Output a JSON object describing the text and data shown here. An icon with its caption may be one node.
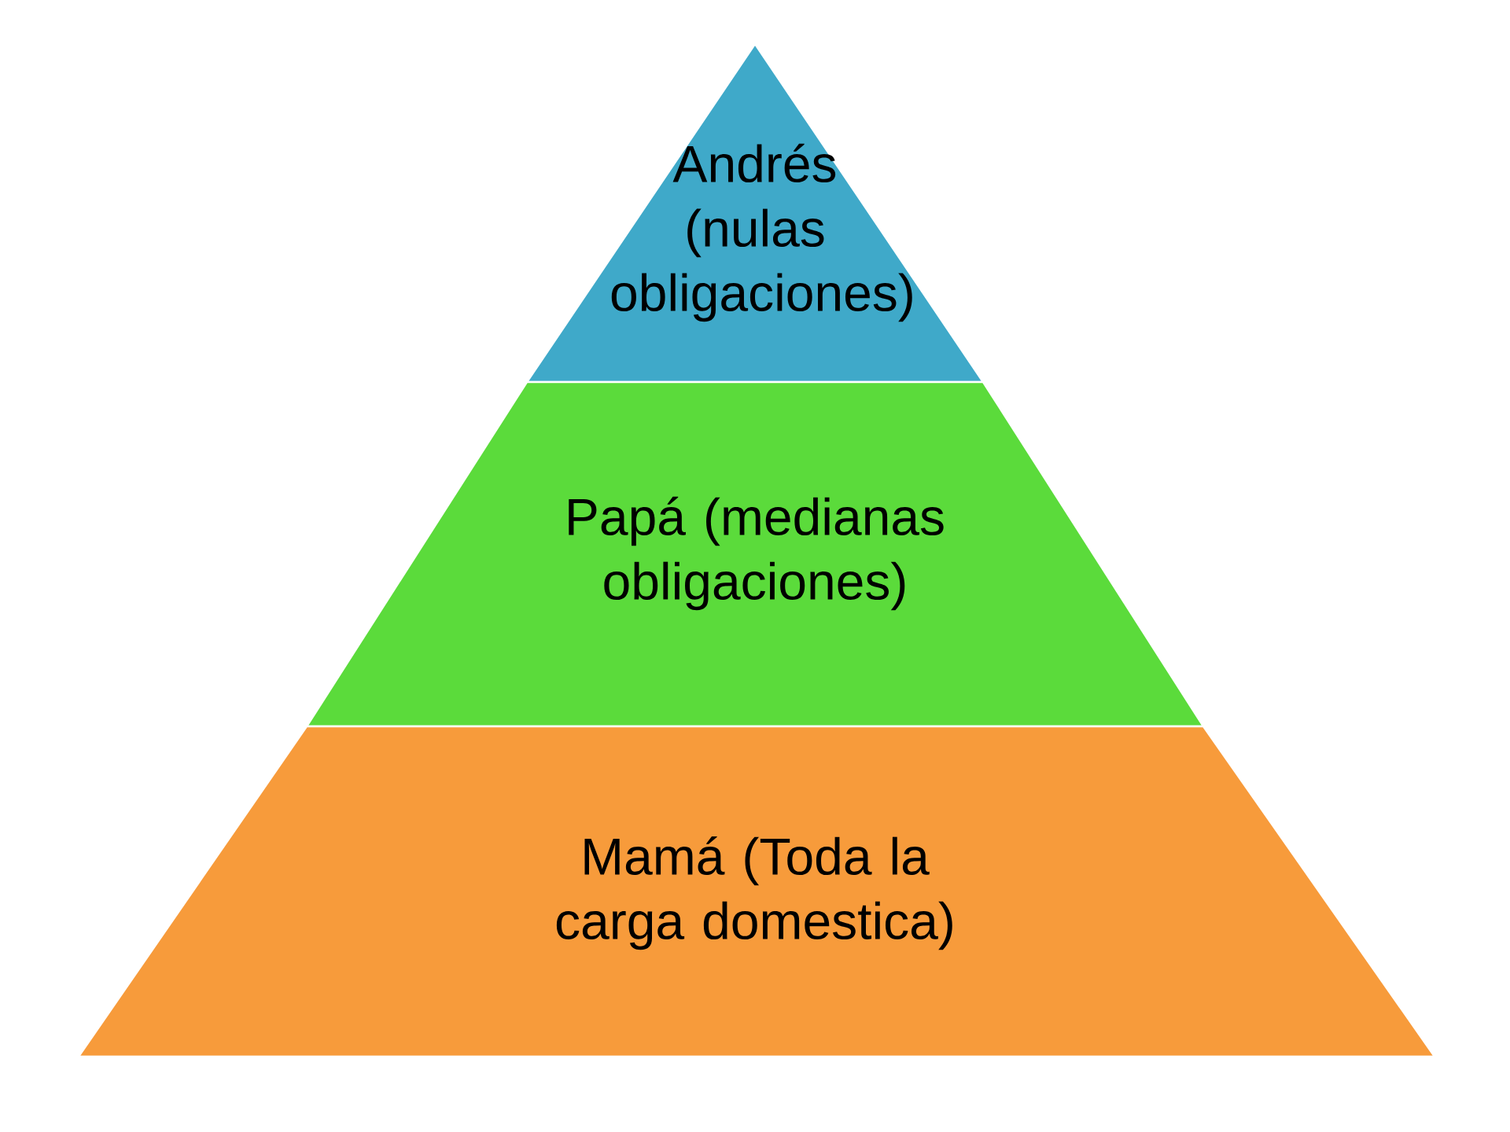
{
  "diagram": {
    "nodes": [
      {
        "text": [
          "Andrés (nulas obligaciones)"
        ]
      },
      {
        "text": [
          "Papá (medianas obligaciones)"
        ]
      },
      {
        "text": [
          "Mamá (Toda la carga domestica)"
        ]
      }
    ]
  }
}
